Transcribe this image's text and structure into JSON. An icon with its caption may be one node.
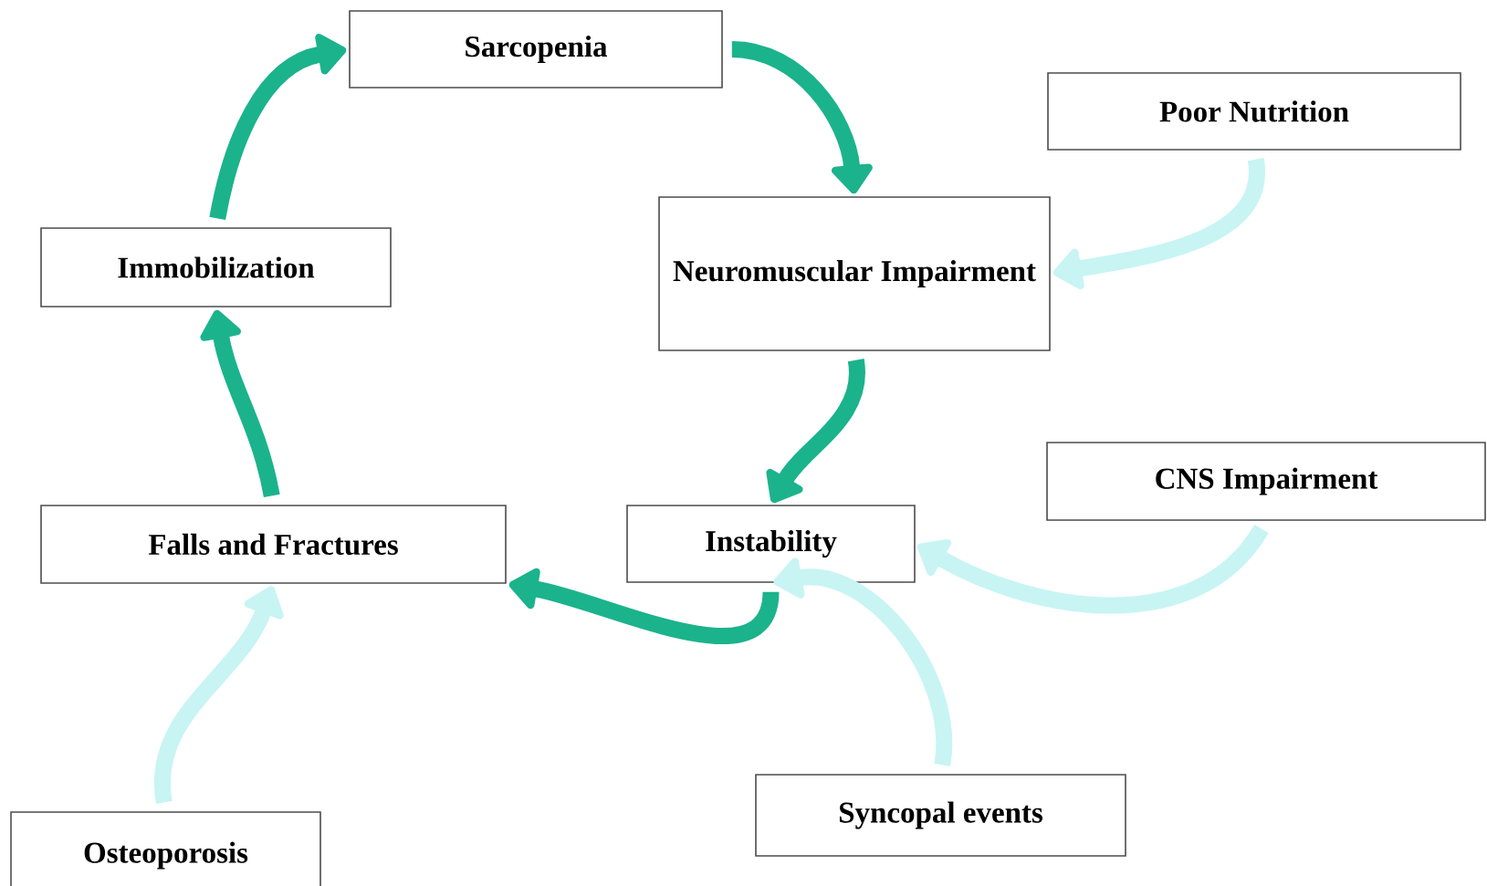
{
  "diagram": {
    "nodes": [
      {
        "text": [
          "Sarcopenia"
        ]
      },
      {
        "text": [
          "Poor Nutrition"
        ]
      },
      {
        "text": [
          "Neuromuscular Impairment"
        ]
      },
      {
        "text": [
          "Immobilization"
        ]
      },
      {
        "text": [
          "CNS Impairment"
        ]
      },
      {
        "text": [
          "Falls and Fractures"
        ]
      },
      {
        "text": [
          "Instability"
        ]
      },
      {
        "text": [
          "Syncopal events"
        ]
      },
      {
        "text": [
          "Osteoporosis"
        ]
      }
    ],
    "edges": [
      {
        "from": 0,
        "to": 2,
        "arrow": "to"
      },
      {
        "from": 2,
        "to": 6,
        "arrow": "to"
      },
      {
        "from": 6,
        "to": 5,
        "arrow": "to"
      },
      {
        "from": 5,
        "to": 3,
        "arrow": "to"
      },
      {
        "from": 3,
        "to": 0,
        "arrow": "to"
      },
      {
        "from": 1,
        "to": 2,
        "arrow": "to",
        "color": "#c8f4f4"
      },
      {
        "from": 4,
        "to": 6,
        "arrow": "to",
        "color": "#c8f4f4"
      },
      {
        "from": 7,
        "to": 6,
        "arrow": "to",
        "color": "#c8f4f4"
      },
      {
        "from": 8,
        "to": 5,
        "arrow": "to",
        "color": "#c8f4f4"
      }
    ]
  }
}
